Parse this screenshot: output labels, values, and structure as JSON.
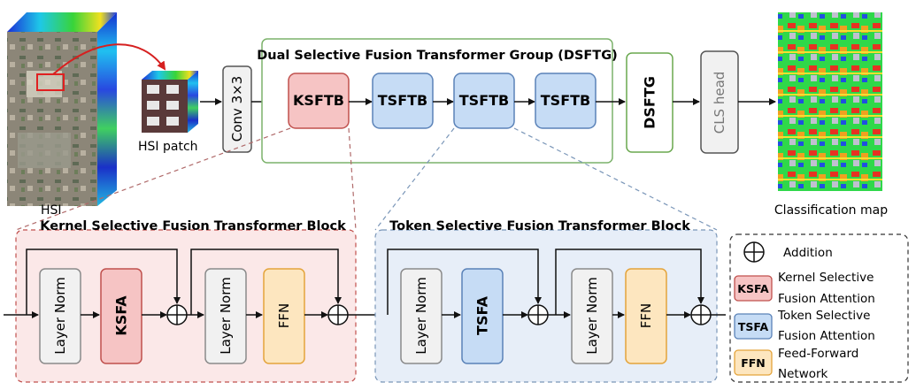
{
  "top": {
    "hsi_label": "HSI",
    "patch_label": "HSI patch",
    "conv_label": "Conv 3×3",
    "group_title": "Dual Selective Fusion Transformer Group (DSFTG)",
    "group_blocks": [
      "KSFTB",
      "TSFTB",
      "TSFTB",
      "TSFTB"
    ],
    "dsftg_label": "DSFTG",
    "cls_label": "CLS head",
    "map_label": "Classification map"
  },
  "ksftb_block": {
    "title": "Kernel Selective Fusion Transformer Block",
    "layer_norm_1": "Layer Norm",
    "attention": "KSFA",
    "layer_norm_2": "Layer Norm",
    "ffn": "FFN"
  },
  "tsftb_block": {
    "title": "Token Selective Fusion Transformer Block",
    "layer_norm_1": "Layer Norm",
    "attention": "TSFA",
    "layer_norm_2": "Layer Norm",
    "ffn": "FFN"
  },
  "legend": {
    "addition": "Addition",
    "ksfa_abbr": "KSFA",
    "ksfa_line1": "Kernel Selective",
    "ksfa_line2": "Fusion Attention",
    "tsfa_abbr": "TSFA",
    "tsfa_line1": "Token Selective",
    "tsfa_line2": "Fusion Attention",
    "ffn_abbr": "FFN",
    "ffn_line1": "Feed-Forward",
    "ffn_line2": "Network"
  },
  "colors": {
    "ksf_fill": "#f6c4c4",
    "ksf_stroke": "#c0504d",
    "tsf_fill": "#c6dcf5",
    "tsf_stroke": "#5a82b8",
    "ffn_fill": "#fde6bf",
    "ffn_stroke": "#e4a43b",
    "ln_fill": "#f1f1f1",
    "ln_stroke": "#8a8a8a",
    "group_stroke": "#7cb26b",
    "dsftg_stroke": "#6aa84f",
    "ksf_panel": "#fbe8e8",
    "tsf_panel": "#e7eef8"
  }
}
